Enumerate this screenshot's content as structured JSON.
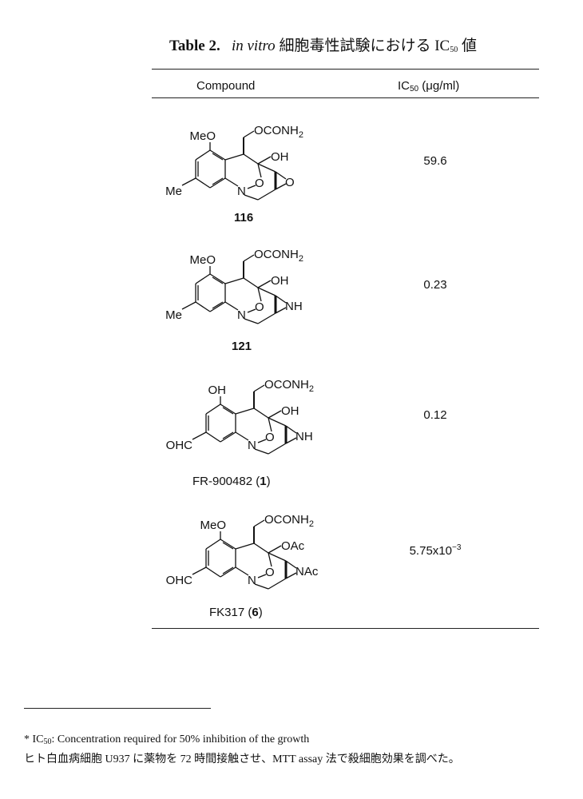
{
  "title": {
    "label": "Table 2.",
    "italic": "in vitro",
    "text": "細胞毒性試験における",
    "ic": "IC",
    "ic_sub": "50",
    "suffix": "値"
  },
  "table": {
    "headers": {
      "compound": "Compound",
      "ic": "IC",
      "ic_sub": "50",
      "ic_unit": " (μg/ml)"
    },
    "rows": [
      {
        "label": "116",
        "label_bold": "",
        "value": "59.6",
        "sub_top": "MeO",
        "sub_left": "Me",
        "ring_right": "O",
        "oxy": "OH"
      },
      {
        "label": "121",
        "label_bold": "",
        "value": "0.23",
        "sub_top": "MeO",
        "sub_left": "Me",
        "ring_right": "NH",
        "oxy": "OH"
      },
      {
        "label": "FR-900482 (",
        "label_bold": "1",
        "label_end": ")",
        "value": "0.12",
        "sub_top": "OH",
        "sub_left": "OHC",
        "ring_right": "NH",
        "oxy": "OH"
      },
      {
        "label": "FK317 (",
        "label_bold": "6",
        "label_end": ")",
        "value": "5.75x10",
        "value_exp": "−3",
        "sub_top": "MeO",
        "sub_left": "OHC",
        "ring_right": "NAc",
        "oxy": "OAc"
      }
    ],
    "chain": "OCONH",
    "chain_sub": "2",
    "n": "N",
    "o": "O"
  },
  "footnote": {
    "star": "* IC",
    "star_sub": "50",
    "line1": ":   Concentration required for 50% inhibition of the growth",
    "line2": "ヒト白血病細胞 U937 に薬物を 72 時間接触させ、MTT assay 法で殺細胞効果を調べた。"
  }
}
